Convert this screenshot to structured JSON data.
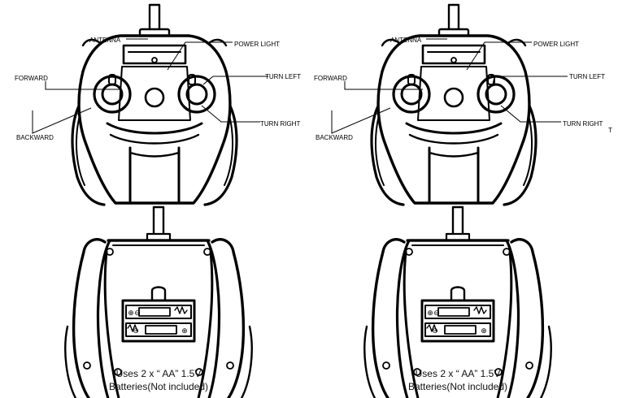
{
  "labels": {
    "antenna": "ANTENNA",
    "power_light": "POWER LIGHT",
    "forward": "FORWARD",
    "turn_left": "TURN LEFT",
    "backward": "BACKWARD",
    "turn_right": "TURN RIGHT",
    "stray_mark": "T"
  },
  "caption": {
    "line1": "Uses 2 x “ AA” 1.5V",
    "line2": "Batteries(Not included)"
  }
}
